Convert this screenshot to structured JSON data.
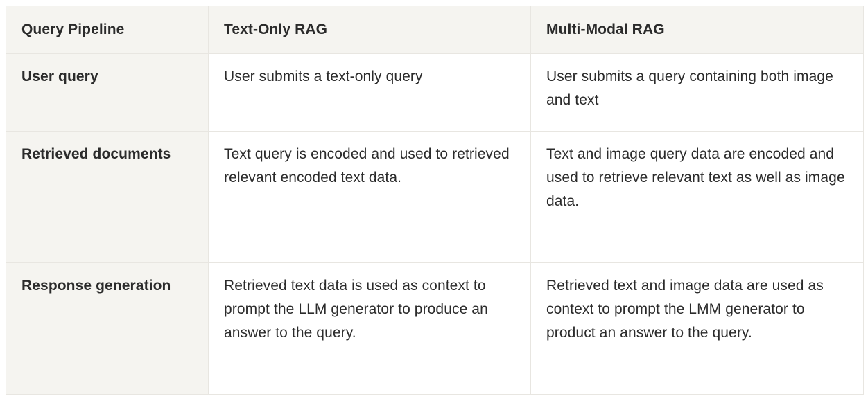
{
  "table": {
    "columns": [
      {
        "key": "pipeline",
        "label": "Query Pipeline"
      },
      {
        "key": "text_only",
        "label": "Text-Only RAG"
      },
      {
        "key": "multi_modal",
        "label": "Multi-Modal RAG"
      }
    ],
    "rows": [
      {
        "pipeline": "User query",
        "text_only": "User submits a text-only query",
        "multi_modal": "User submits a query containing both image and text"
      },
      {
        "pipeline": "Retrieved documents",
        "text_only": "Text query is encoded and used to retrieved relevant encoded text data.",
        "multi_modal": "Text and image query data are encoded and used to retrieve relevant text as well as image data."
      },
      {
        "pipeline": "Response generation",
        "text_only": "Retrieved text data is used as context to prompt the LLM generator to produce an answer to the query.",
        "multi_modal": "Retrieved text and image data are used as context to prompt the LMM generator to product an answer to the query."
      }
    ]
  },
  "colors": {
    "header_background": "#f5f4f0",
    "row_header_background": "#f5f4f0",
    "cell_background": "#ffffff",
    "border": "#e8e6e1",
    "text": "#2b2b2b",
    "page_background": "#ffffff"
  }
}
